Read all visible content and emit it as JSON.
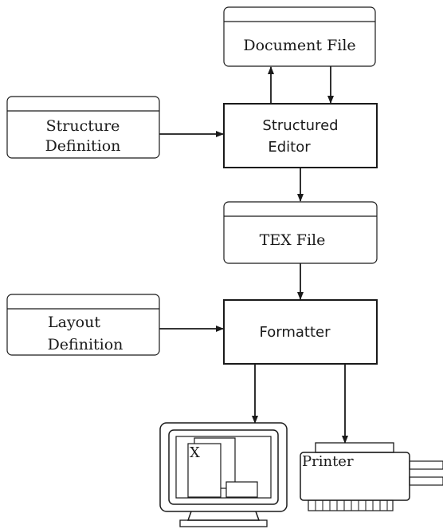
{
  "boxes": {
    "document_file": "Document File",
    "structure_definition": {
      "line1": "Structure",
      "line2": "Definition"
    },
    "structured_editor": {
      "line1": "Structured",
      "line2": "Editor"
    },
    "tex_file": {
      "tex": "TEX",
      "suffix": " File"
    },
    "layout_definition": {
      "line1": "Layout",
      "line2": "Definition"
    },
    "formatter": "Formatter"
  },
  "devices": {
    "monitor_label": "X",
    "printer_label": "Printer"
  }
}
